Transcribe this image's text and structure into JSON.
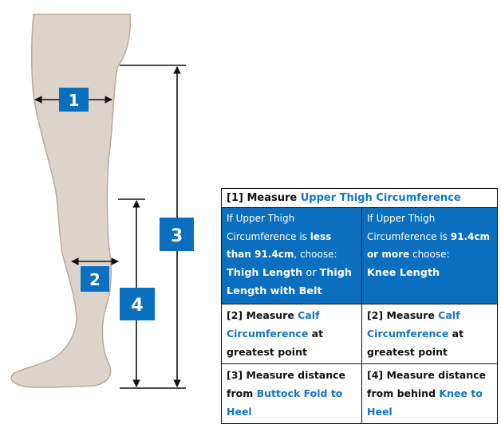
{
  "badges": [
    "1",
    "2",
    "3",
    "4"
  ],
  "colors": {
    "skin": "#dcd3cb",
    "skin_outline": "#b8aaa0",
    "badge": "#0b6fc0",
    "highlight": "#1276c6",
    "line": "#111111"
  },
  "table": {
    "header": {
      "prefix": "[1] Measure ",
      "highlight": "Upper Thigh Circumference"
    },
    "rule_left": {
      "t1": "If Upper Thigh Circumference is ",
      "b1": "less than 91.4cm",
      "t2": ", choose:",
      "choice1": "Thigh Length",
      "or": " or ",
      "choice2": "Thigh Length with Belt"
    },
    "rule_right": {
      "t1": "If Upper Thigh Circumference is ",
      "b1": "91.4cm or more",
      "t2": " choose:",
      "choice1": "Knee Length"
    },
    "calf_left": {
      "prefix": "[2] Measure ",
      "highlight": "Calf Circumference",
      "suffix": " at greatest point"
    },
    "calf_right": {
      "prefix": "[2] Measure ",
      "highlight": "Calf Circumference",
      "suffix": " at greatest point"
    },
    "dist_left": {
      "prefix": "[3] Measure distance from ",
      "highlight": "Buttock Fold to Heel"
    },
    "dist_right": {
      "prefix": "[4] Measure distance from behind ",
      "highlight": "Knee to Heel"
    }
  }
}
